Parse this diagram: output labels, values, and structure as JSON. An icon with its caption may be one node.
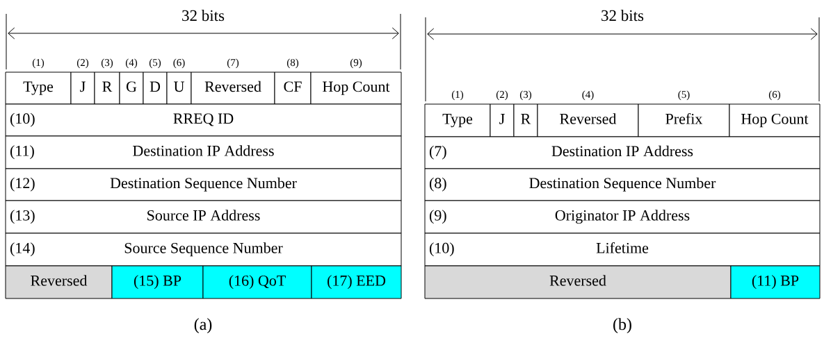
{
  "diagram": {
    "nodes": [
      {
        "text": [
          "Type"
        ],
        "beside": [
          "(1)"
        ]
      },
      {
        "text": [
          "J"
        ],
        "beside": [
          "(2)"
        ]
      },
      {
        "text": [
          "R"
        ],
        "beside": [
          "(3)"
        ]
      },
      {
        "text": [
          "G"
        ],
        "beside": [
          "(4)"
        ]
      },
      {
        "text": [
          "D"
        ],
        "beside": [
          "(5)"
        ]
      },
      {
        "text": [
          "U"
        ],
        "beside": [
          "(6)"
        ]
      },
      {
        "text": [
          "Reversed"
        ],
        "beside": [
          "(7)"
        ]
      },
      {
        "text": [
          "CF"
        ],
        "beside": [
          "(8)"
        ]
      },
      {
        "text": [
          "Hop Count"
        ],
        "beside": [
          "(9)"
        ]
      },
      {
        "text": [
          "(10)",
          "RREQ ID"
        ]
      },
      {
        "text": [
          "(11)",
          "Destination IP Address"
        ]
      },
      {
        "text": [
          "(12)",
          "Destination Sequence Number"
        ]
      },
      {
        "text": [
          "(13)",
          "Source IP Address"
        ]
      },
      {
        "text": [
          "(14)",
          "Source Sequence Number"
        ]
      },
      {
        "text": [
          "Reversed"
        ]
      },
      {
        "text": [
          "(15) BP"
        ]
      },
      {
        "text": [
          "(16) QoT"
        ]
      },
      {
        "text": [
          "(17) EED"
        ]
      },
      {
        "text": [
          "Type"
        ],
        "beside": [
          "(1)"
        ]
      },
      {
        "text": [
          "J"
        ],
        "beside": [
          "(2)"
        ]
      },
      {
        "text": [
          "R"
        ],
        "beside": [
          "(3)"
        ]
      },
      {
        "text": [
          "Reversed"
        ],
        "beside": [
          "(4)"
        ]
      },
      {
        "text": [
          "Prefix"
        ],
        "beside": [
          "(5)"
        ]
      },
      {
        "text": [
          "Hop Count"
        ],
        "beside": [
          "(6)"
        ]
      },
      {
        "text": [
          "(7)",
          "Destination IP Address"
        ]
      },
      {
        "text": [
          "(8)",
          "Destination Sequence Number"
        ]
      },
      {
        "text": [
          "(9)",
          "Originator IP Address"
        ]
      },
      {
        "text": [
          "(10)",
          "Lifetime"
        ]
      },
      {
        "text": [
          "Reversed"
        ]
      },
      {
        "text": [
          "(11) BP"
        ]
      }
    ],
    "labels": [
      "32 bits",
      "32 bits",
      "(a)",
      "(b)"
    ]
  }
}
